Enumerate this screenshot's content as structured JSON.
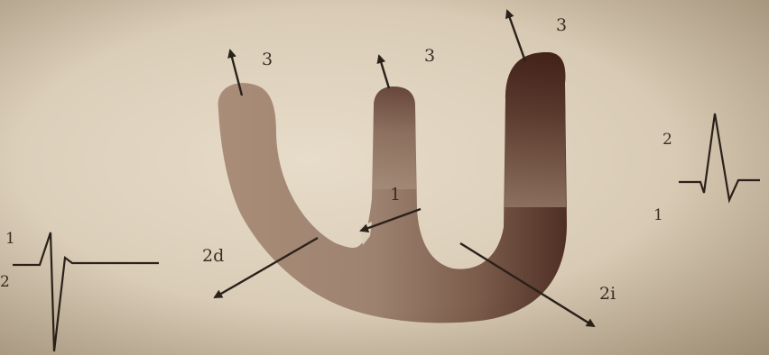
{
  "diagram": {
    "colors": {
      "paper": "#dccfba",
      "shape_light": "#a98d78",
      "shape_dark": "#4a2a20",
      "ink": "#2a211a"
    },
    "labels": {
      "arrow_3_left": "3",
      "arrow_3_middle": "3",
      "arrow_3_right": "3",
      "arrow_1": "1",
      "arrow_2d": "2d",
      "arrow_2i": "2i"
    },
    "ecg_left": {
      "label_1": "1",
      "label_2": "2"
    },
    "ecg_right": {
      "label_1": "1",
      "label_2": "2"
    }
  }
}
